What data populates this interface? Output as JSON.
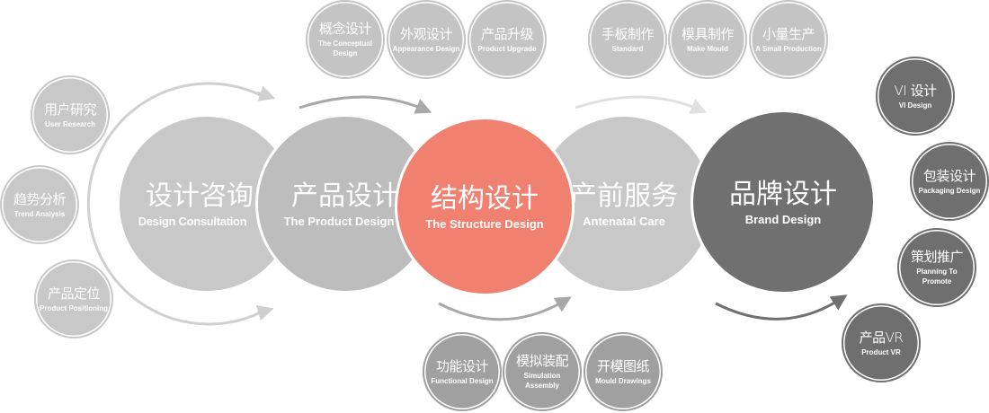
{
  "colors": {
    "light": "#c6c6c6",
    "mid": "#bdbdbd",
    "accent": "#f08070",
    "bottom": "#a0a0a0",
    "dark": "#707070"
  },
  "left": [
    {
      "zh": "用户研究",
      "en": "User Research"
    },
    {
      "zh": "趋势分析",
      "en": "Trend Analysis"
    },
    {
      "zh": "产品定位",
      "en": "Product Positioning"
    }
  ],
  "stages": [
    {
      "zh": "设计咨询",
      "en": "Design Consultation"
    },
    {
      "zh": "产品设计",
      "en": "The Product Design"
    },
    {
      "zh": "结构设计",
      "en": "The Structure Design"
    },
    {
      "zh": "产前服务",
      "en": "Antenatal Care"
    },
    {
      "zh": "品牌设计",
      "en": "Brand Design"
    }
  ],
  "top_product": [
    {
      "zh": "概念设计",
      "en": "The Conceptual Design"
    },
    {
      "zh": "外观设计",
      "en": "Appearance Design"
    },
    {
      "zh": "产品升级",
      "en": "Product Upgrade"
    }
  ],
  "top_antenatal": [
    {
      "zh": "手板制作",
      "en": "Standard"
    },
    {
      "zh": "模具制作",
      "en": "Make Mould"
    },
    {
      "zh": "小量生产",
      "en": "A Small Production"
    }
  ],
  "bottom_structure": [
    {
      "zh": "功能设计",
      "en": "Functional Design"
    },
    {
      "zh": "模拟装配",
      "en": "Simulation Assembly"
    },
    {
      "zh": "开模图纸",
      "en": "Mould Drawings"
    }
  ],
  "right_brand": [
    {
      "zh": "VI 设计",
      "en": "VI Design"
    },
    {
      "zh": "包装设计",
      "en": "Packaging Design"
    },
    {
      "zh": "策划推广",
      "en": "Planning To Promote"
    },
    {
      "zh": "产品VR",
      "en": "Product VR"
    }
  ]
}
